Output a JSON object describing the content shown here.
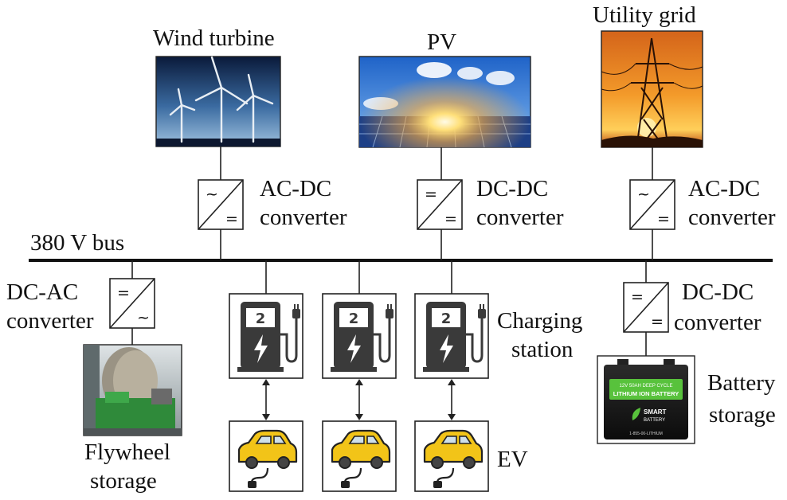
{
  "bus": {
    "label": "380 V bus"
  },
  "sources": [
    {
      "name": "Wind turbine",
      "converter": [
        "AC-DC",
        "converter"
      ],
      "in_symbol": "~",
      "out_symbol": "="
    },
    {
      "name": "PV",
      "converter": [
        "DC-DC",
        "converter"
      ],
      "in_symbol": "=",
      "out_symbol": "="
    },
    {
      "name": "Utility grid",
      "converter": [
        "AC-DC",
        "converter"
      ],
      "in_symbol": "~",
      "out_symbol": "="
    }
  ],
  "flywheel": {
    "converter": [
      "DC-AC",
      "converter"
    ],
    "in_symbol": "=",
    "out_symbol": "~",
    "label": [
      "Flywheel",
      "storage"
    ]
  },
  "battery": {
    "converter": [
      "DC-DC",
      "converter"
    ],
    "in_symbol": "=",
    "out_symbol": "=",
    "label": [
      "Battery",
      "storage"
    ],
    "product_line": "12V 50AH DEEP CYCLE",
    "product_type": "LITHIUM ION BATTERY",
    "brand": [
      "SMART",
      "BATTERY"
    ],
    "phone": "1-855-00-LITHIUM"
  },
  "charging": {
    "label": [
      "Charging",
      "station"
    ],
    "pump_digit": "2",
    "station_count": 3
  },
  "ev": {
    "label": "EV"
  },
  "colors": {
    "ev_yellow": "#F2C418",
    "pump_dark": "#3A3A3A",
    "line": "#222222",
    "battery_green": "#58C23C"
  }
}
